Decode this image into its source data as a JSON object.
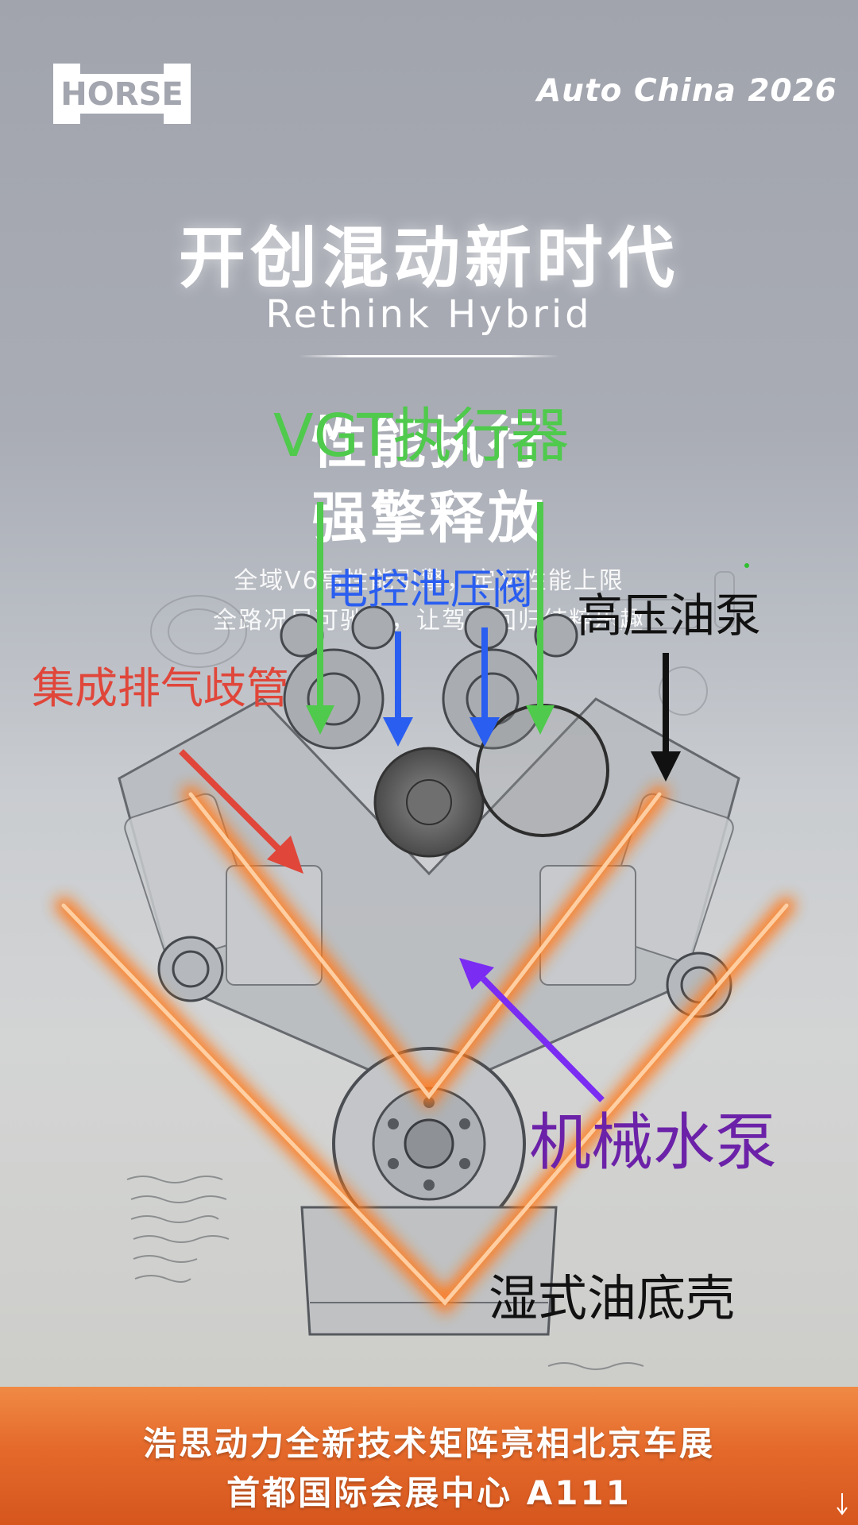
{
  "header": {
    "logo_text": "HORSE",
    "expo_brand": "Auto China 2026"
  },
  "hero": {
    "headline": "开创混动新时代",
    "subheadline": "Rethink Hybrid",
    "tagline_line1": "性能执行",
    "tagline_line2": "强擎释放",
    "description_line1": "全域V6高性能引擎，定义性能上限",
    "description_line2": "全路况尽可驰骋，让驾驶回归纯粹乐趣"
  },
  "annotations": {
    "vgt_actuator": "VGT执行器",
    "electronic_wastegate": "电控泄压阀",
    "high_pressure_fuel_pump": "高压油泵",
    "integrated_exhaust_manifold": "集成排气歧管",
    "mechanical_water_pump": "机械水泵",
    "wet_sump": "湿式油底壳"
  },
  "banner": {
    "line1": "浩思动力全新技术矩阵亮相北京车展",
    "line2": "首都国际会展中心 A111"
  },
  "colors": {
    "annotation_green": "#4fca4c",
    "annotation_blue": "#2a5ef0",
    "annotation_black": "#111111",
    "annotation_red": "#e0463a",
    "annotation_purple": "#6c22a8",
    "banner_orange": "#e4692a",
    "glow_orange": "#ff7a1a"
  }
}
